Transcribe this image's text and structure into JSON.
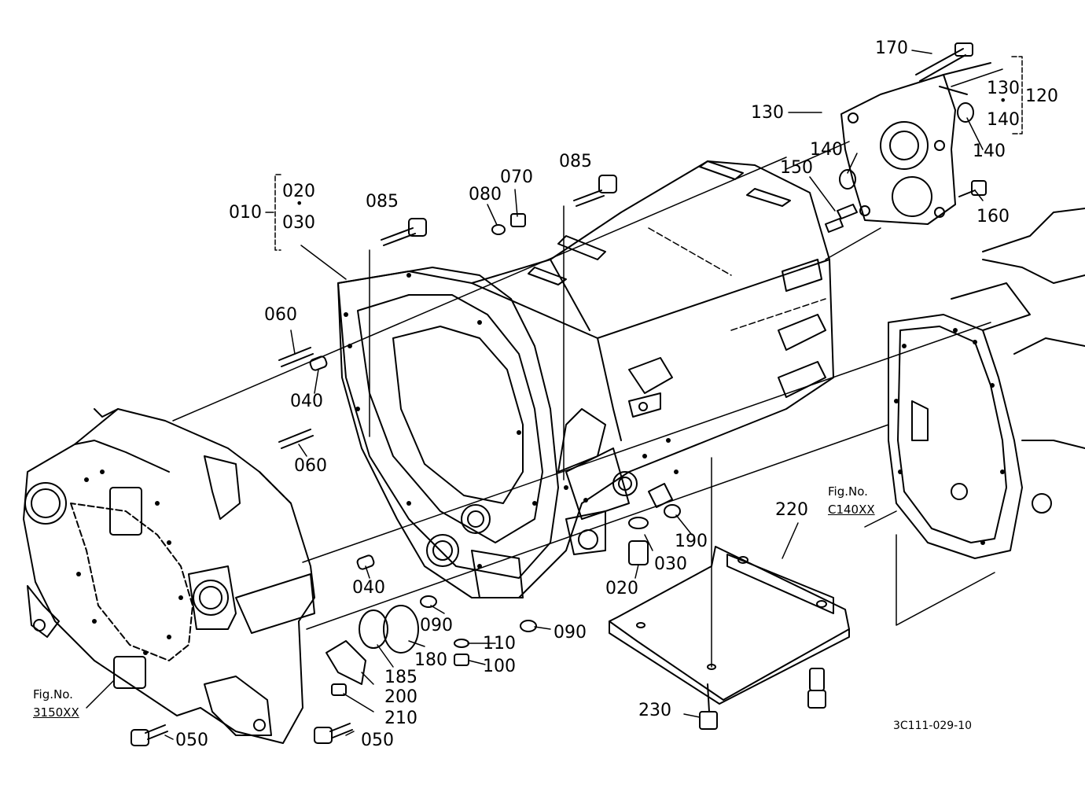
{
  "labels": {
    "p170": "170",
    "p130a": "130",
    "p140a": "140",
    "p120": "120",
    "p130b": "130",
    "p140b": "140",
    "p140c": "140",
    "p150": "150",
    "p160": "160",
    "p085a": "085",
    "p085b": "085",
    "p070": "070",
    "p080": "080",
    "p010": "010",
    "p020a": "020",
    "p030a": "030",
    "p060a": "060",
    "p040a": "040",
    "p060b": "060",
    "p040b": "040",
    "p090a": "090",
    "p090b": "090",
    "p110": "110",
    "p100": "100",
    "p180": "180",
    "p185": "185",
    "p200": "200",
    "p210": "210",
    "p050a": "050",
    "p050b": "050",
    "p020b": "020",
    "p030b": "030",
    "p190": "190",
    "p220": "220",
    "p230": "230"
  },
  "figrefs": {
    "left_title": "Fig.No.",
    "left_code": "3150XX",
    "right_title": "Fig.No.",
    "right_code": "C140XX"
  },
  "drawing_code": "3C111-029-10"
}
